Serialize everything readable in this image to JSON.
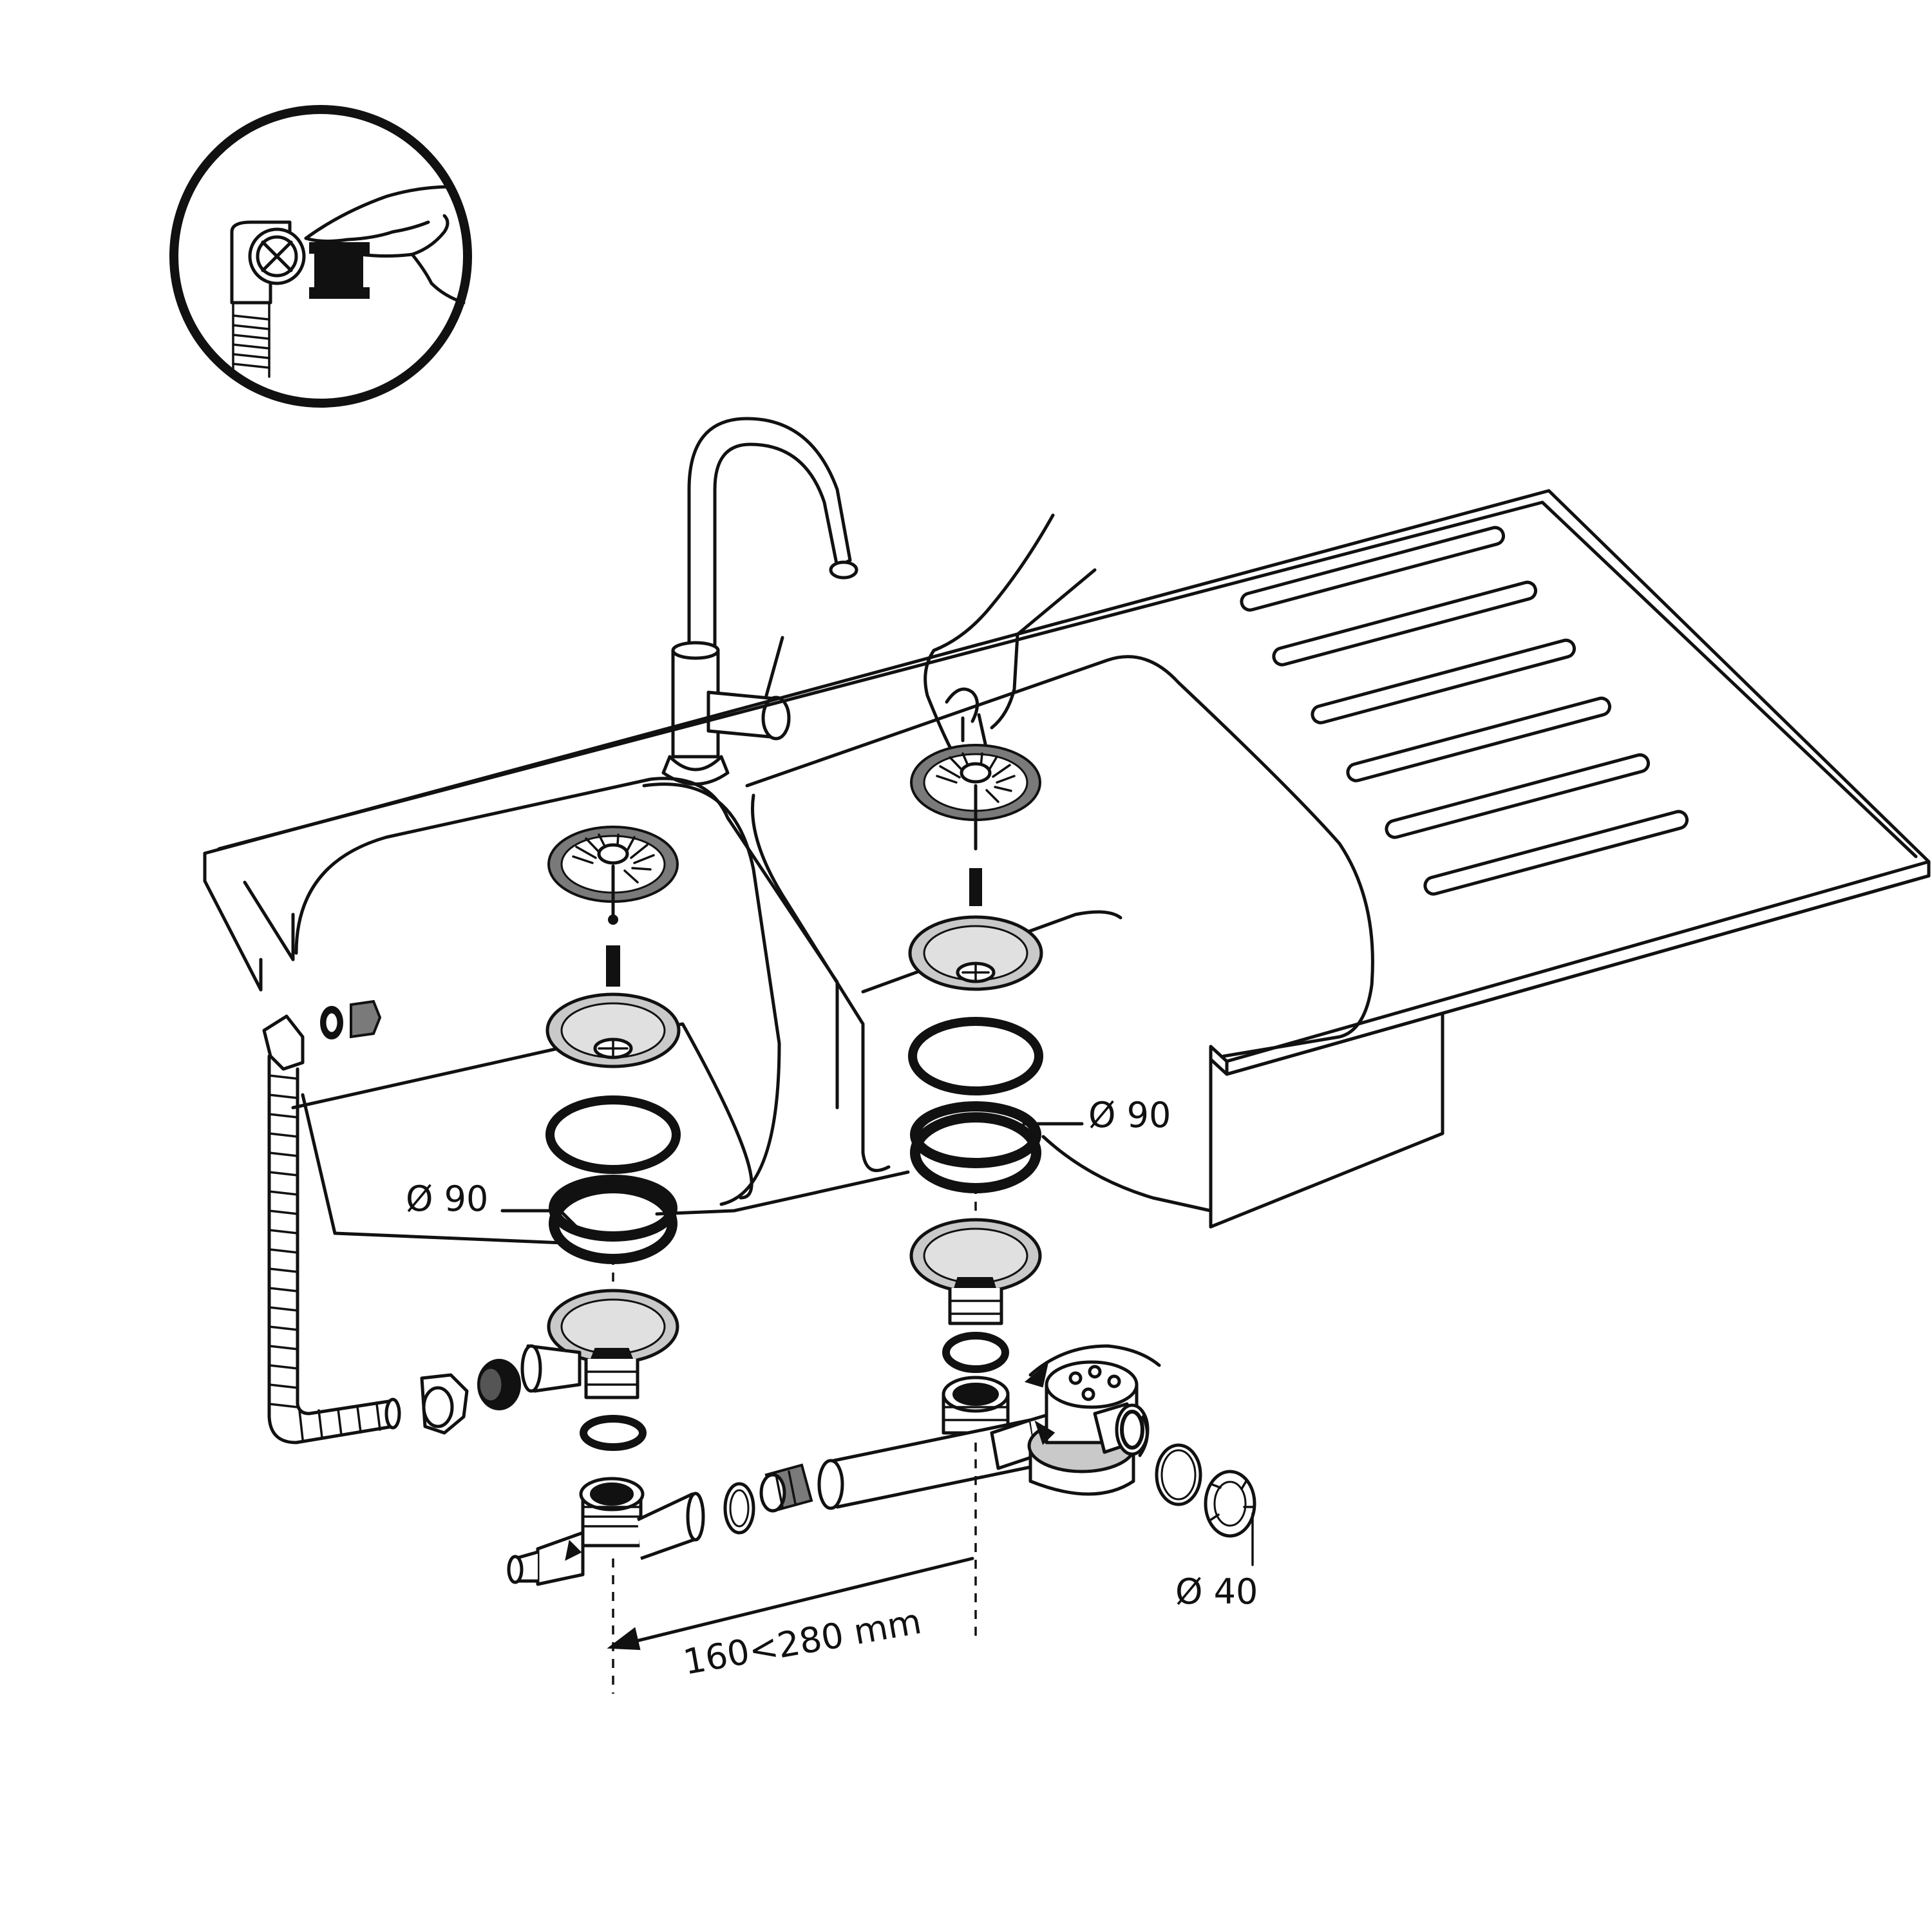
{
  "labels": {
    "left_gasket_diameter": "Ø 90",
    "right_gasket_diameter": "Ø 90",
    "outlet_diameter": "Ø 40",
    "drain_spacing": "160<280 mm"
  },
  "colors": {
    "line": "#111111",
    "metal_fill": "#c9c9c9",
    "background": "#ffffff"
  }
}
